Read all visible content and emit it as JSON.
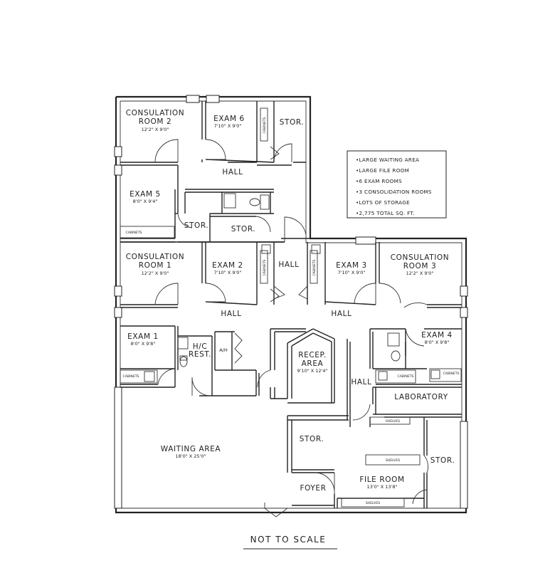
{
  "rooms": {
    "consultation2": {
      "name_l1": "CONSULATION",
      "name_l2": "ROOM 2",
      "dim": "12'2\" X 9'0\""
    },
    "exam6": {
      "name": "EXAM 6",
      "dim": "7'10\" X 9'0\""
    },
    "stor_top": {
      "name": "STOR."
    },
    "hall_top": {
      "name": "HALL"
    },
    "exam5": {
      "name": "EXAM 5",
      "dim": "8'0\" X 9'4\""
    },
    "stor_left": {
      "name": "STOR."
    },
    "stor_mid": {
      "name": "STOR."
    },
    "consultation1": {
      "name_l1": "CONSULATION",
      "name_l2": "ROOM 1",
      "dim": "12'2\" X 9'0\""
    },
    "exam2": {
      "name": "EXAM 2",
      "dim": "7'10\" X 9'0\""
    },
    "hall_vertical": {
      "name": "HALL"
    },
    "exam3": {
      "name": "EXAM 3",
      "dim": "7'10\" X 9'0\""
    },
    "consultation3": {
      "name_l1": "CONSULATION",
      "name_l2": "ROOM 3",
      "dim": "12'2\" X 9'0\""
    },
    "hall_middle_left": {
      "name": "HALL"
    },
    "hall_middle_right": {
      "name": "HALL"
    },
    "exam1": {
      "name": "EXAM 1",
      "dim": "8'0\" X 9'8\""
    },
    "hc_restroom": {
      "name_l1": "H/C",
      "name_l2": "REST."
    },
    "ah": {
      "name": "A/H"
    },
    "reception": {
      "name_l1": "RECEP.",
      "name_l2": "AREA",
      "dim": "9'10\" X 12'4\""
    },
    "exam4": {
      "name": "EXAM 4",
      "dim": "8'0\" X 9'8\""
    },
    "hall_lower": {
      "name": "HALL"
    },
    "laboratory": {
      "name": "LABORATORY"
    },
    "waiting": {
      "name": "WAITING AREA",
      "dim": "18'0\" X 25'0\""
    },
    "stor_recep": {
      "name": "STOR."
    },
    "stor_right": {
      "name": "STOR."
    },
    "foyer": {
      "name": "FOYER"
    },
    "file_room": {
      "name": "FILE ROOM",
      "dim": "13'0\" X 13'8\""
    }
  },
  "fixtures": {
    "cabinets": "CABINETS",
    "cabinets_short": "CABINETS",
    "shelves": "SHELVES"
  },
  "features": [
    "•LARGE WAITING AREA",
    "•LARGE FILE ROOM",
    "•6 EXAM ROOMS",
    "•3 CONSOLIDATION ROOMS",
    "•LOTS OF STORAGE",
    "•2,775 TOTAL SQ. FT."
  ],
  "scale_note": "NOT TO SCALE"
}
